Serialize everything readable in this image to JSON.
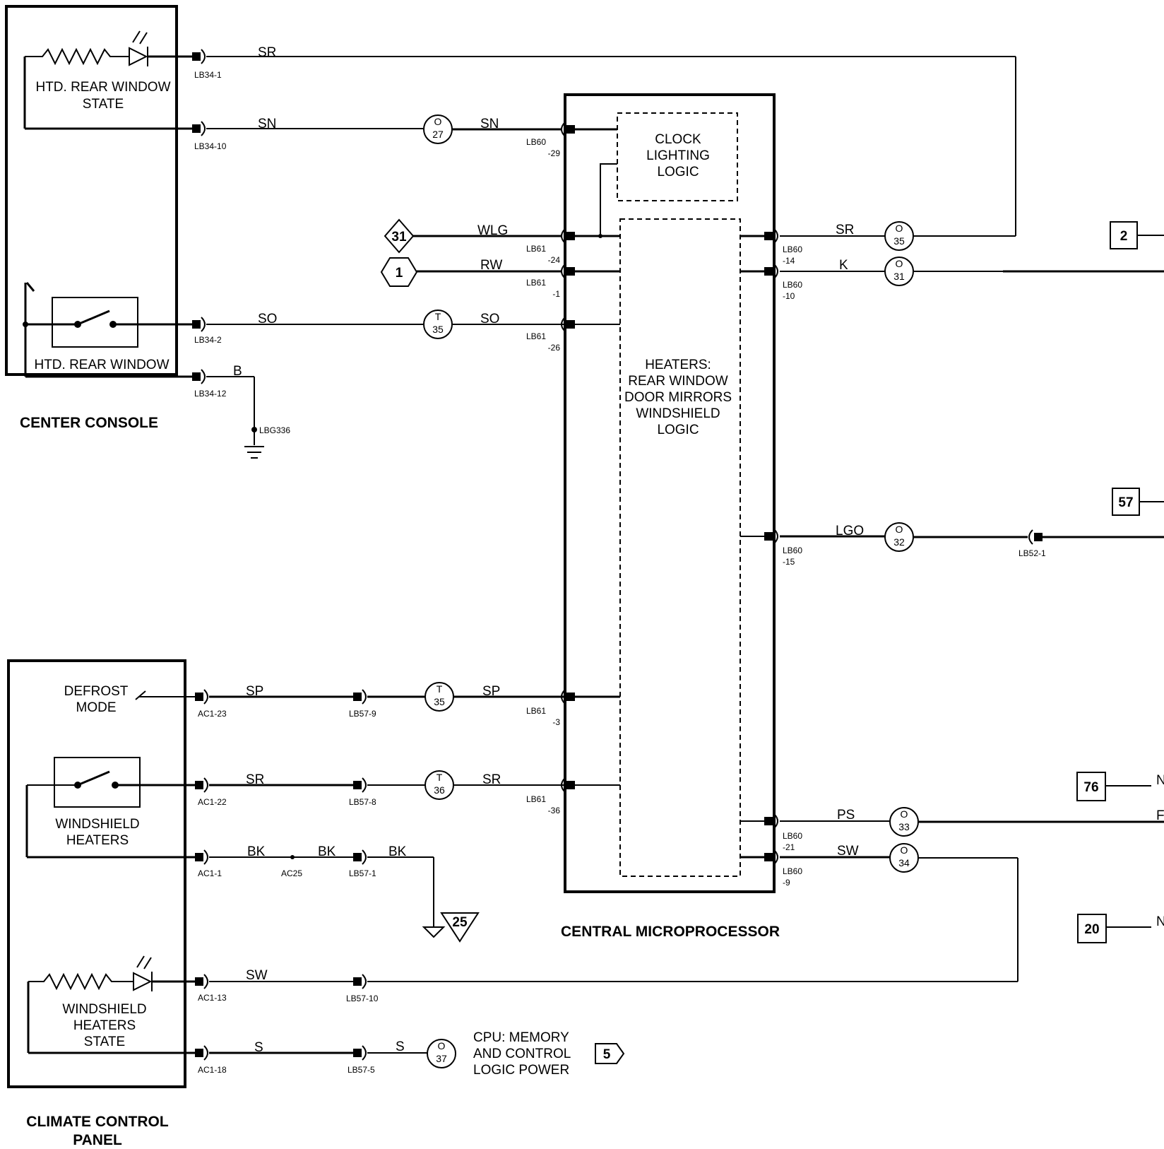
{
  "components": {
    "center_console": "CENTER CONSOLE",
    "htd_rear_window_state": [
      "HTD. REAR WINDOW",
      "STATE"
    ],
    "htd_rear_window": "HTD. REAR WINDOW",
    "climate_control_panel": [
      "CLIMATE CONTROL",
      "PANEL"
    ],
    "defrost_mode": [
      "DEFROST",
      "MODE"
    ],
    "windshield_heaters": [
      "WINDSHIELD",
      "HEATERS"
    ],
    "windshield_heaters_state": [
      "WINDSHIELD",
      "HEATERS",
      "STATE"
    ],
    "central_microprocessor": "CENTRAL MICROPROCESSOR",
    "clock_logic": [
      "CLOCK",
      "LIGHTING",
      "LOGIC"
    ],
    "heaters_logic": [
      "HEATERS:",
      "REAR WINDOW",
      "DOOR MIRRORS",
      "WINDSHIELD",
      "LOGIC"
    ],
    "cpu_power": [
      "CPU: MEMORY",
      "AND CONTROL",
      "LOGIC POWER"
    ]
  },
  "wire_colors": {
    "sr_top": "SR",
    "sn_left": "SN",
    "sn_right": "SN",
    "wlg": "WLG",
    "rw": "RW",
    "so_left": "SO",
    "so_right": "SO",
    "b": "B",
    "sr_right": "SR",
    "k": "K",
    "lgo": "LGO",
    "ps": "PS",
    "sw_right": "SW",
    "sp_left": "SP",
    "sp_right": "SP",
    "sr2_left": "SR",
    "sr2_right": "SR",
    "bk1": "BK",
    "bk2": "BK",
    "bk3": "BK",
    "sw_bottom": "SW",
    "s1": "S",
    "s2": "S"
  },
  "connectors": {
    "lb34_1": "LB34-1",
    "lb34_10": "LB34-10",
    "lb34_2": "LB34-2",
    "lb34_12": "LB34-12",
    "lbg336": "LBG336",
    "lb60_29": [
      "LB60",
      "-29"
    ],
    "lb61_24": [
      "LB61",
      "-24"
    ],
    "lb61_1": [
      "LB61",
      "-1"
    ],
    "lb61_26": [
      "LB61",
      "-26"
    ],
    "lb60_14": [
      "LB60",
      "-14"
    ],
    "lb60_10": [
      "LB60",
      "-10"
    ],
    "lb60_15": [
      "LB60",
      "-15"
    ],
    "lb52_1": "LB52-1",
    "ac1_23": "AC1-23",
    "lb57_9": "LB57-9",
    "lb61_3": [
      "LB61",
      "-3"
    ],
    "ac1_22": "AC1-22",
    "lb57_8": "LB57-8",
    "lb61_36": [
      "LB61",
      "-36"
    ],
    "ac1_1": "AC1-1",
    "ac25": "AC25",
    "lb57_1": "LB57-1",
    "lb60_21": [
      "LB60",
      "-21"
    ],
    "lb60_9": [
      "LB60",
      "-9"
    ],
    "ac1_13": "AC1-13",
    "lb57_10": "LB57-10",
    "ac1_18": "AC1-18",
    "lb57_5": "LB57-5"
  },
  "circle_refs": {
    "c27": {
      "sym": "O",
      "num": "27"
    },
    "c35_so": {
      "sym": "T",
      "num": "35"
    },
    "c35_sr": {
      "sym": "O",
      "num": "35"
    },
    "c31": {
      "sym": "O",
      "num": "31"
    },
    "c32": {
      "sym": "O",
      "num": "32"
    },
    "c35_sp": {
      "sym": "T",
      "num": "35"
    },
    "c36": {
      "sym": "T",
      "num": "36"
    },
    "c33": {
      "sym": "O",
      "num": "33"
    },
    "c34": {
      "sym": "O",
      "num": "34"
    },
    "c37": {
      "sym": "O",
      "num": "37"
    }
  },
  "page_refs": {
    "diamond_31": "31",
    "hex_1": "1",
    "tri_25": "25",
    "box_2": "2",
    "box_57": "57",
    "box_76": "76",
    "box_20": "20",
    "flag_5": "5"
  },
  "edge_letters": {
    "n76": "N",
    "f": "F",
    "n20": "N"
  }
}
